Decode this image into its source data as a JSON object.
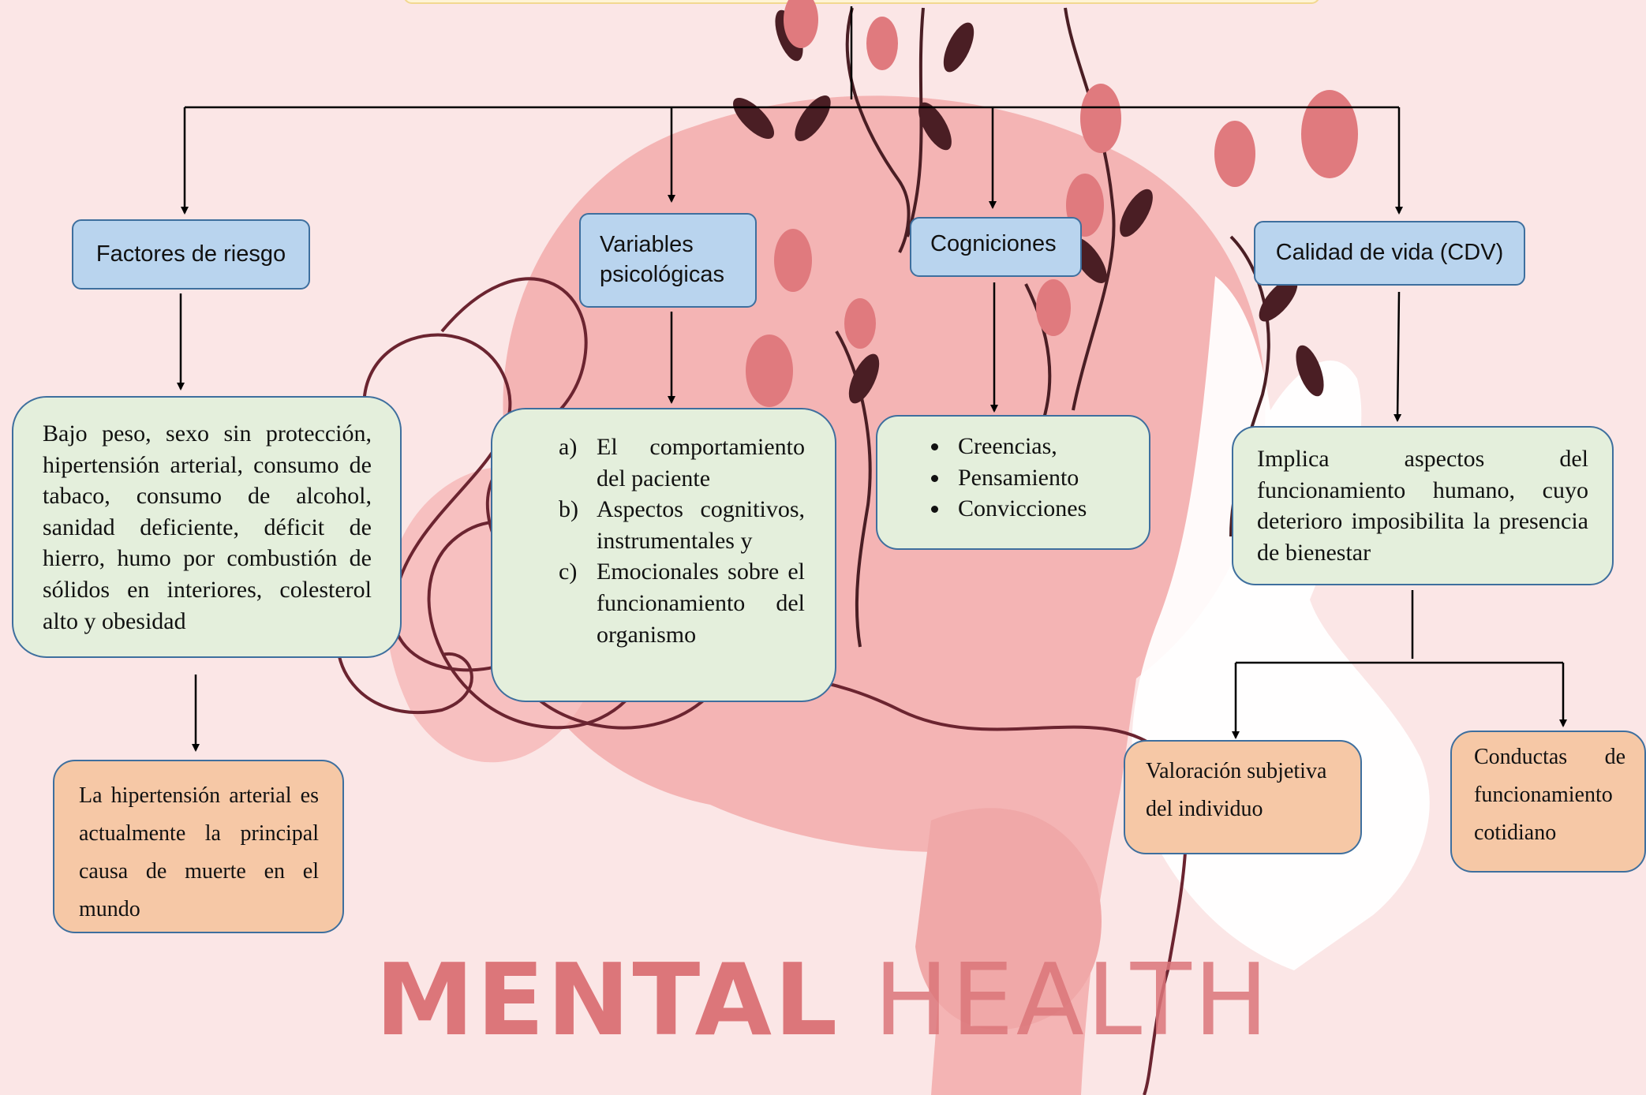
{
  "nodes": {
    "factores_riesgo": "Factores de riesgo",
    "variables_psicologicas": "Variables psicológicas",
    "cogniciones": "Cogniciones",
    "calidad_vida": "Calidad de vida (CDV)"
  },
  "details": {
    "factores_riesgo": "Bajo peso, sexo sin protección, hipertensión arterial, consumo de tabaco, consumo de alcohol, sanidad deficiente, déficit de hierro, humo por combustión de sólidos en interiores, colesterol alto y obesidad",
    "variables_items": [
      {
        "marker": "a)",
        "text": "El comportamiento del paciente"
      },
      {
        "marker": "b)",
        "text": "Aspectos cognitivos, instrumentales y"
      },
      {
        "marker": "c)",
        "text": "Emocionales sobre el funcionamiento del organismo"
      }
    ],
    "cogniciones_items": [
      "Creencias,",
      "Pensamiento",
      "Convicciones"
    ],
    "calidad_vida": "Implica aspectos del funcionamiento humano, cuyo deterioro imposibilita la presencia de bienestar"
  },
  "notes": {
    "hipertension": "La hipertensión arterial es actualmente la principal causa de muerte en el mundo",
    "valoracion": "Valoración subjetiva del individuo",
    "conductas": "Conductas de funcionamiento cotidiano"
  },
  "background_title": {
    "bold": "MENTAL",
    "light": "HEALTH"
  },
  "colors": {
    "background": "#fbe6e6",
    "blue_box": "#b9d4ee",
    "green_box": "#e4efdc",
    "peach_box": "#f6c8a6",
    "border": "#3e6f9e",
    "title": "#dc767a"
  }
}
